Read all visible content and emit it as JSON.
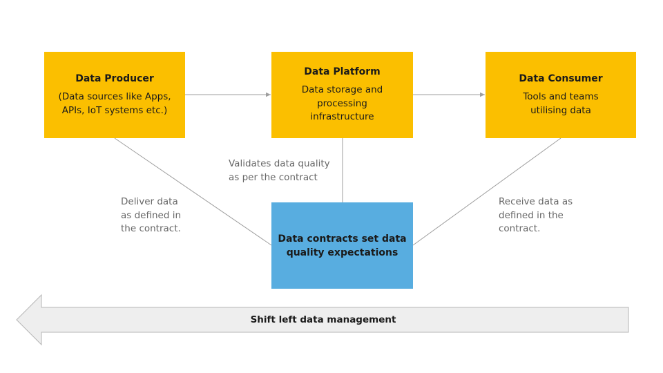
{
  "producer": {
    "title": "Data Producer",
    "desc": "(Data sources like Apps,\nAPIs, IoT systems etc.)"
  },
  "platform": {
    "title": "Data Platform",
    "desc": "Data storage and\nprocessing\ninfrastructure"
  },
  "consumer": {
    "title": "Data Consumer",
    "desc": "Tools and teams\nutilising data"
  },
  "contract": {
    "title": "Data contracts set data\nquality expectations"
  },
  "notes": {
    "deliver": "Deliver data\nas defined in\nthe contract.",
    "validates": "Validates data quality\nas per the contract",
    "receive": "Receive data as\ndefined in the\ncontract."
  },
  "shift_arrow": {
    "label": "Shift left data management"
  },
  "colors": {
    "box_yellow": "#fbbf00",
    "box_blue": "#58ade0",
    "connector": "#9e9e9e",
    "arrow_fill": "#eeeeee"
  }
}
